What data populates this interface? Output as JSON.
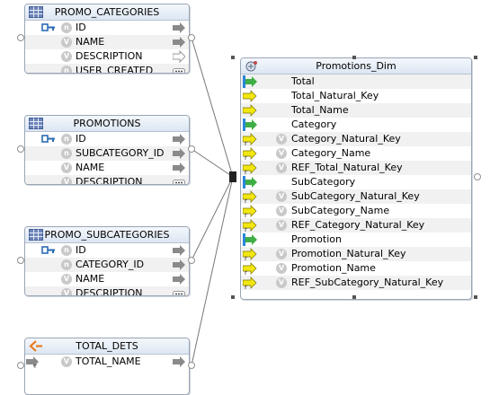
{
  "operators": [
    {
      "title": "PROMO_CATEGORIES",
      "icon": "table-icon",
      "rows": [
        {
          "label": "ID",
          "badge": "n",
          "key": true,
          "arrow": "gray"
        },
        {
          "label": "NAME",
          "badge": "V",
          "arrow": "gray"
        },
        {
          "label": "DESCRIPTION",
          "badge": "V",
          "arrow": "outline"
        },
        {
          "label": "USER_CREATED",
          "badge": "n",
          "arrow": "dots"
        }
      ]
    },
    {
      "title": "PROMOTIONS",
      "icon": "table-icon",
      "rows": [
        {
          "label": "ID",
          "badge": "n",
          "key": true,
          "arrow": "gray"
        },
        {
          "label": "SUBCATEGORY_ID",
          "badge": "n",
          "arrow": "gray"
        },
        {
          "label": "NAME",
          "badge": "V",
          "arrow": "gray"
        },
        {
          "label": "DESCRIPTION",
          "badge": "V",
          "arrow": "dots"
        }
      ]
    },
    {
      "title": "PROMO_SUBCATEGORIES",
      "icon": "table-icon",
      "rows": [
        {
          "label": "ID",
          "badge": "n",
          "key": true,
          "arrow": "gray"
        },
        {
          "label": "CATEGORY_ID",
          "badge": "n",
          "arrow": "gray"
        },
        {
          "label": "NAME",
          "badge": "V",
          "arrow": "gray"
        },
        {
          "label": "DESCRIPTION",
          "badge": "V",
          "arrow": "dots"
        }
      ]
    },
    {
      "title": "TOTAL_DETS",
      "icon": "transform-icon",
      "rows": [
        {
          "label": "TOTAL_NAME",
          "badge": "V",
          "inArrow": true,
          "arrow": "gray"
        }
      ]
    }
  ],
  "dimension": {
    "title": "Promotions_Dim",
    "icon": "dimension-icon",
    "rows": [
      {
        "label": "Total",
        "kind": "level"
      },
      {
        "label": "Total_Natural_Key",
        "kind": "attr"
      },
      {
        "label": "Total_Name",
        "kind": "attr"
      },
      {
        "label": "Category",
        "kind": "level"
      },
      {
        "label": "Category_Natural_Key",
        "kind": "attr",
        "badge": "V",
        "mapped": true
      },
      {
        "label": "Category_Name",
        "kind": "attr",
        "badge": "V",
        "mapped": true
      },
      {
        "label": "REF_Total_Natural_Key",
        "kind": "attr",
        "badge": "V",
        "mapped": true
      },
      {
        "label": "SubCategory",
        "kind": "level"
      },
      {
        "label": "SubCategory_Natural_Key",
        "kind": "attr",
        "badge": "V",
        "mapped": true
      },
      {
        "label": "SubCategory_Name",
        "kind": "attr",
        "badge": "V",
        "mapped": true
      },
      {
        "label": "REF_Category_Natural_Key",
        "kind": "attr",
        "badge": "V",
        "mapped": true
      },
      {
        "label": "Promotion",
        "kind": "level"
      },
      {
        "label": "Promotion_Natural_Key",
        "kind": "attr",
        "badge": "V",
        "mapped": true
      },
      {
        "label": "Promotion_Name",
        "kind": "attr",
        "badge": "V",
        "mapped": true
      },
      {
        "label": "REF_SubCategory_Natural_Key",
        "kind": "attr",
        "badge": "V",
        "mapped": true
      }
    ]
  },
  "colors": {
    "header_top": "#f4f8fd",
    "header_bottom": "#dce6f2",
    "border": "#9aa6b4",
    "level_arrow": "#3fae46",
    "level_bar": "#2a86d8",
    "attr_arrow": "#f2e70f",
    "gray_arrow": "#8a8a8a",
    "badge": "#c9c9c9",
    "key_icon": "#2b6bb4",
    "transform_icon": "#ea7a1e",
    "wire": "#777777"
  }
}
